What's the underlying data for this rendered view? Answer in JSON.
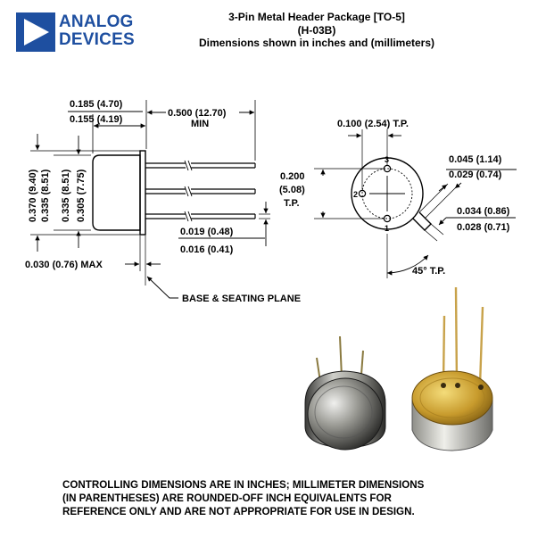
{
  "brand": {
    "line1": "ANALOG",
    "line2": "DEVICES",
    "color": "#1e4fa0"
  },
  "header": {
    "title": "3-Pin Metal Header Package [TO-5]",
    "code": "(H-03B)",
    "subtitle": "Dimensions shown in inches and (millimeters)"
  },
  "side_view": {
    "body_len_max": "0.185 (4.70)",
    "body_len_min": "0.155 (4.19)",
    "lead_len": "0.500 (12.70)",
    "lead_len_qual": "MIN",
    "dia_max": "0.370 (9.40)",
    "dia_min": "0.335 (8.51)",
    "body_dia_max": "0.335 (8.51)",
    "body_dia_min": "0.305 (7.75)",
    "lead_dia_max": "0.019 (0.48)",
    "lead_dia_min": "0.016 (0.41)",
    "flange_max": "0.030 (0.76) MAX",
    "seating_label": "BASE & SEATING PLANE"
  },
  "bottom_view": {
    "pin_spacing": "0.100 (2.54) T.P.",
    "pin_circle_1": "0.200",
    "pin_circle_2": "(5.08)",
    "pin_circle_3": "T.P.",
    "tab_w_max": "0.045 (1.14)",
    "tab_w_min": "0.029 (0.74)",
    "tab_len_max": "0.034 (0.86)",
    "tab_len_min": "0.028 (0.71)",
    "tab_angle": "45° T.P.",
    "pin1": "1",
    "pin2": "2",
    "pin3": "3"
  },
  "footer": {
    "line1": "CONTROLLING DIMENSIONS ARE IN INCHES; MILLIMETER DIMENSIONS",
    "line2": "(IN PARENTHESES) ARE ROUNDED-OFF INCH EQUIVALENTS FOR",
    "line3": "REFERENCE ONLY AND ARE NOT APPROPRIATE FOR USE IN DESIGN."
  }
}
